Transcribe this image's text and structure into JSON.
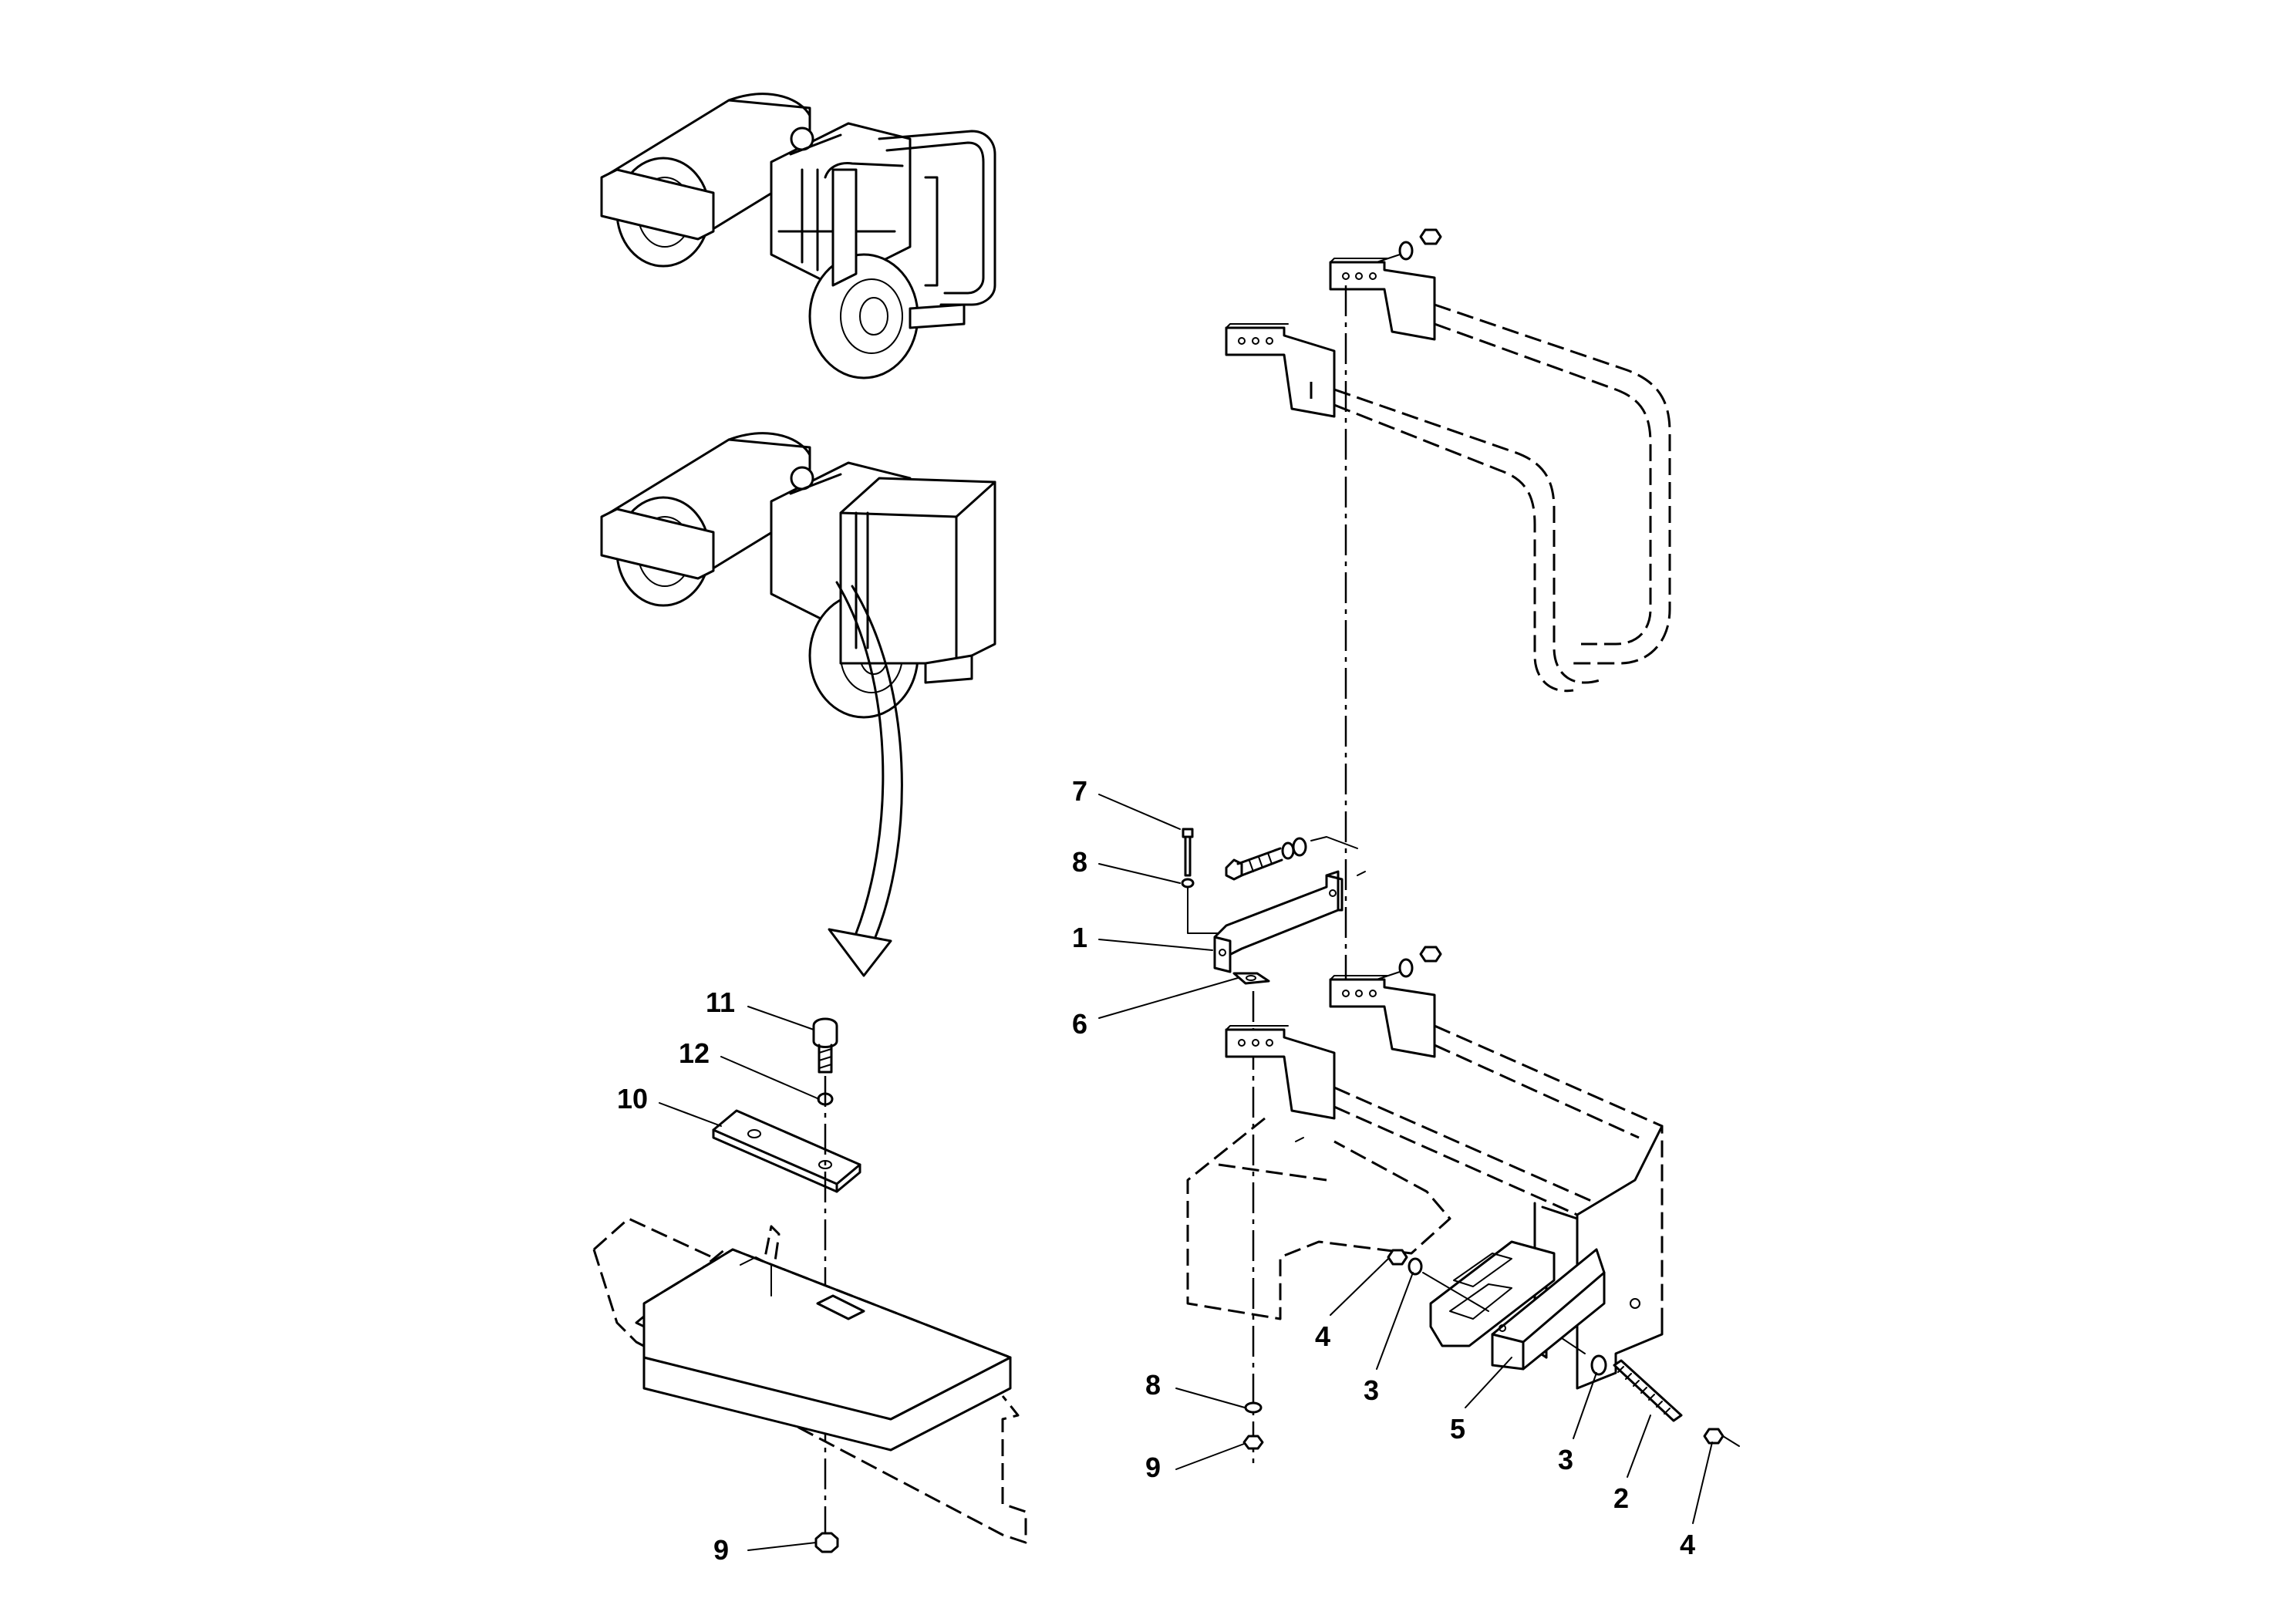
{
  "callouts": [
    "1",
    "2",
    "3",
    "3",
    "4",
    "4",
    "5",
    "6",
    "7",
    "8",
    "8",
    "9",
    "9",
    "10",
    "11",
    "12"
  ],
  "labels": {
    "n7": "7",
    "n8a": "8",
    "n1": "1",
    "n6": "6",
    "n11": "11",
    "n12": "12",
    "n10": "10",
    "n9a": "9",
    "n4a": "4",
    "n3a": "3",
    "n5": "5",
    "n3b": "3",
    "n2": "2",
    "n4b": "4",
    "n8b": "8",
    "n9b": "9"
  }
}
